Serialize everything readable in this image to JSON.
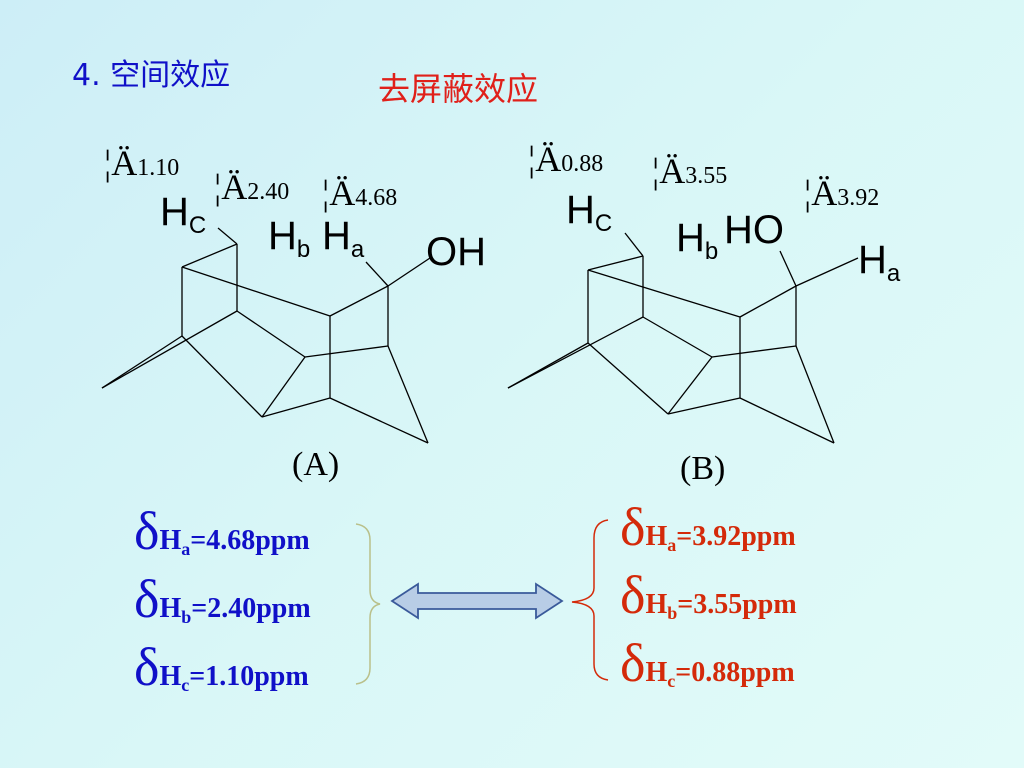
{
  "heading": {
    "section": "4. 空间效应",
    "topic": "去屏蔽效应"
  },
  "structure_a": {
    "label": "(A)",
    "shifts": [
      {
        "symbol": "¦Ä",
        "value": "1.10"
      },
      {
        "symbol": "¦Ä",
        "value": "2.40"
      },
      {
        "symbol": "¦Ä",
        "value": "4.68"
      }
    ],
    "atoms": {
      "hc": {
        "main": "H",
        "sub": "C"
      },
      "hb": {
        "main": "H",
        "sub": "b"
      },
      "ha": {
        "main": "H",
        "sub": "a"
      },
      "oh": "OH"
    }
  },
  "structure_b": {
    "label": "(B)",
    "shifts": [
      {
        "symbol": "¦Ä",
        "value": "0.88"
      },
      {
        "symbol": "¦Ä",
        "value": "3.55"
      },
      {
        "symbol": "¦Ä",
        "value": "3.92"
      }
    ],
    "atoms": {
      "hc": {
        "main": "H",
        "sub": "C"
      },
      "hb": {
        "main": "H",
        "sub": "b"
      },
      "ho": "HO",
      "ha": {
        "main": "H",
        "sub": "a"
      }
    }
  },
  "left_values": [
    {
      "delta": "δ",
      "h": "H",
      "sub": "a",
      "rest": "=4.68ppm"
    },
    {
      "delta": "δ",
      "h": "H",
      "sub": "b",
      "rest": "=2.40ppm"
    },
    {
      "delta": "δ",
      "h": "H",
      "sub": "c",
      "rest": "=1.10ppm"
    }
  ],
  "right_values": [
    {
      "delta": "δ",
      "h": "H",
      "sub": "a",
      "rest": "=3.92ppm"
    },
    {
      "delta": "δ",
      "h": "H",
      "sub": "b",
      "rest": "=3.55ppm"
    },
    {
      "delta": "δ",
      "h": "H",
      "sub": "c",
      "rest": "=0.88ppm"
    }
  ],
  "colors": {
    "blue_text": "#1010c8",
    "red_text": "#d42a0a",
    "arrow_fill": "#b8cde6",
    "brace": "#b9c08a"
  }
}
